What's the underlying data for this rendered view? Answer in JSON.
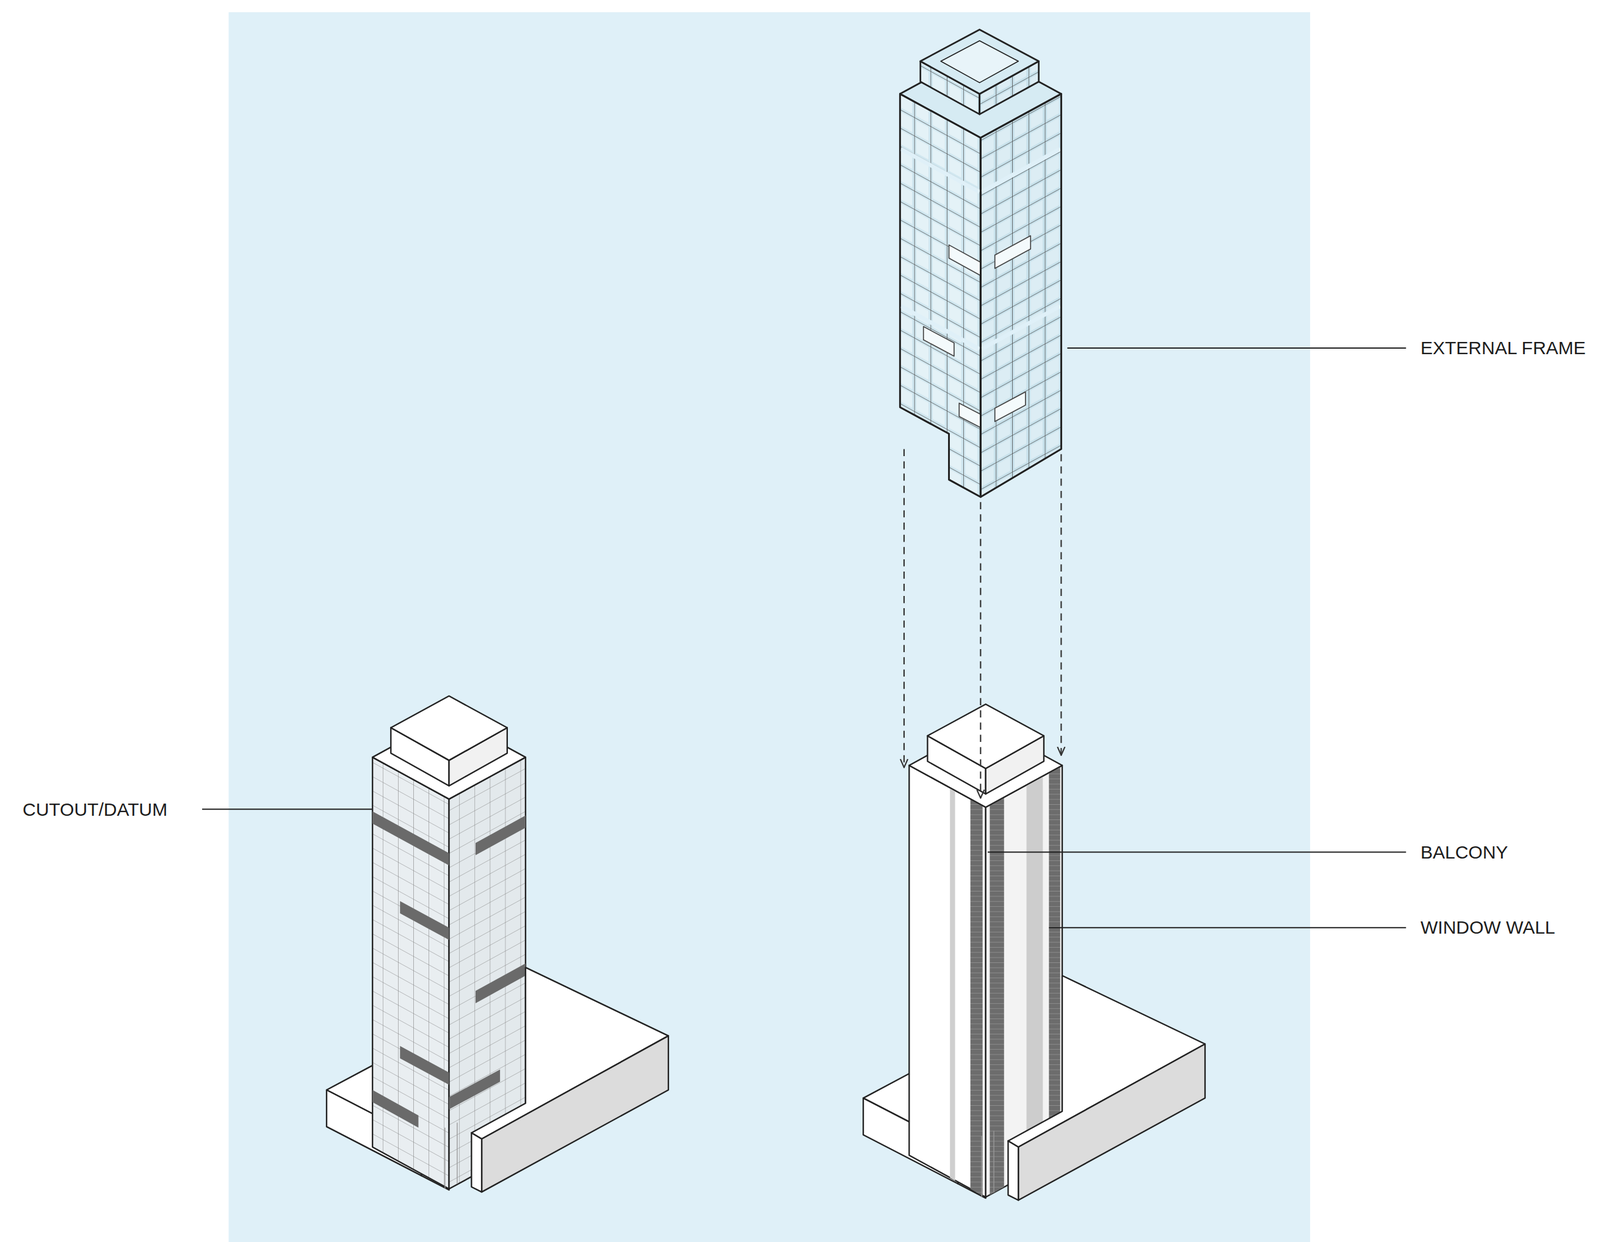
{
  "diagram": {
    "labels": [
      "CUTOUT/DATUM",
      "EXTERNAL FRAME",
      "BALCONY",
      "WINDOW WALL"
    ]
  }
}
